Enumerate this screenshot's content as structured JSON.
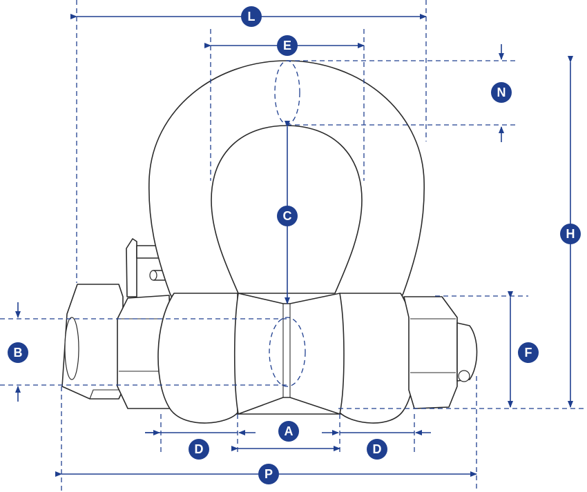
{
  "colors": {
    "dimension": "#1f3f8f",
    "outline": "#2a2a2a",
    "background": "#ffffff"
  },
  "labels": {
    "L": "L",
    "E": "E",
    "N": "N",
    "C": "C",
    "H": "H",
    "B": "B",
    "F": "F",
    "A": "A",
    "D_left": "D",
    "D_right": "D",
    "P": "P"
  }
}
